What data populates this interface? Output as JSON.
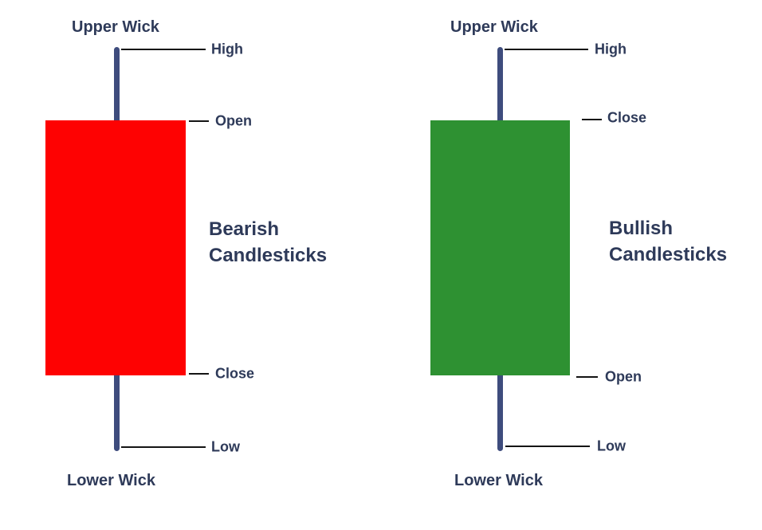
{
  "colors": {
    "bearish_body": "#FE0202",
    "bullish_body": "#2E9132",
    "wick": "#3E4C7D",
    "label_text": "#2E3A59",
    "leader_line": "#141414",
    "background": "#FFFFFF"
  },
  "bearish": {
    "title": "Bearish Candlesticks",
    "upper_wick_label": "Upper Wick",
    "lower_wick_label": "Lower Wick",
    "high_label": "High",
    "open_label": "Open",
    "close_label": "Close",
    "low_label": "Low",
    "price_order_top_to_bottom": [
      "High",
      "Open",
      "Close",
      "Low"
    ]
  },
  "bullish": {
    "title": "Bullish Candlesticks",
    "upper_wick_label": "Upper Wick",
    "lower_wick_label": "Lower Wick",
    "high_label": "High",
    "close_label": "Close",
    "open_label": "Open",
    "low_label": "Low",
    "price_order_top_to_bottom": [
      "High",
      "Close",
      "Open",
      "Low"
    ]
  }
}
